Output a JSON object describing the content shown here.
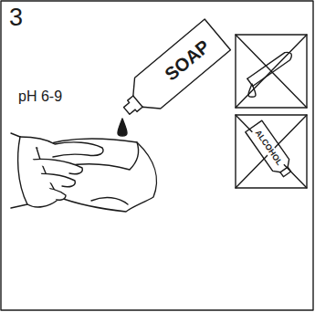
{
  "diagram": {
    "labels": [
      "3",
      "pH 6-9",
      "SOAP",
      "ALCOHOL"
    ]
  }
}
